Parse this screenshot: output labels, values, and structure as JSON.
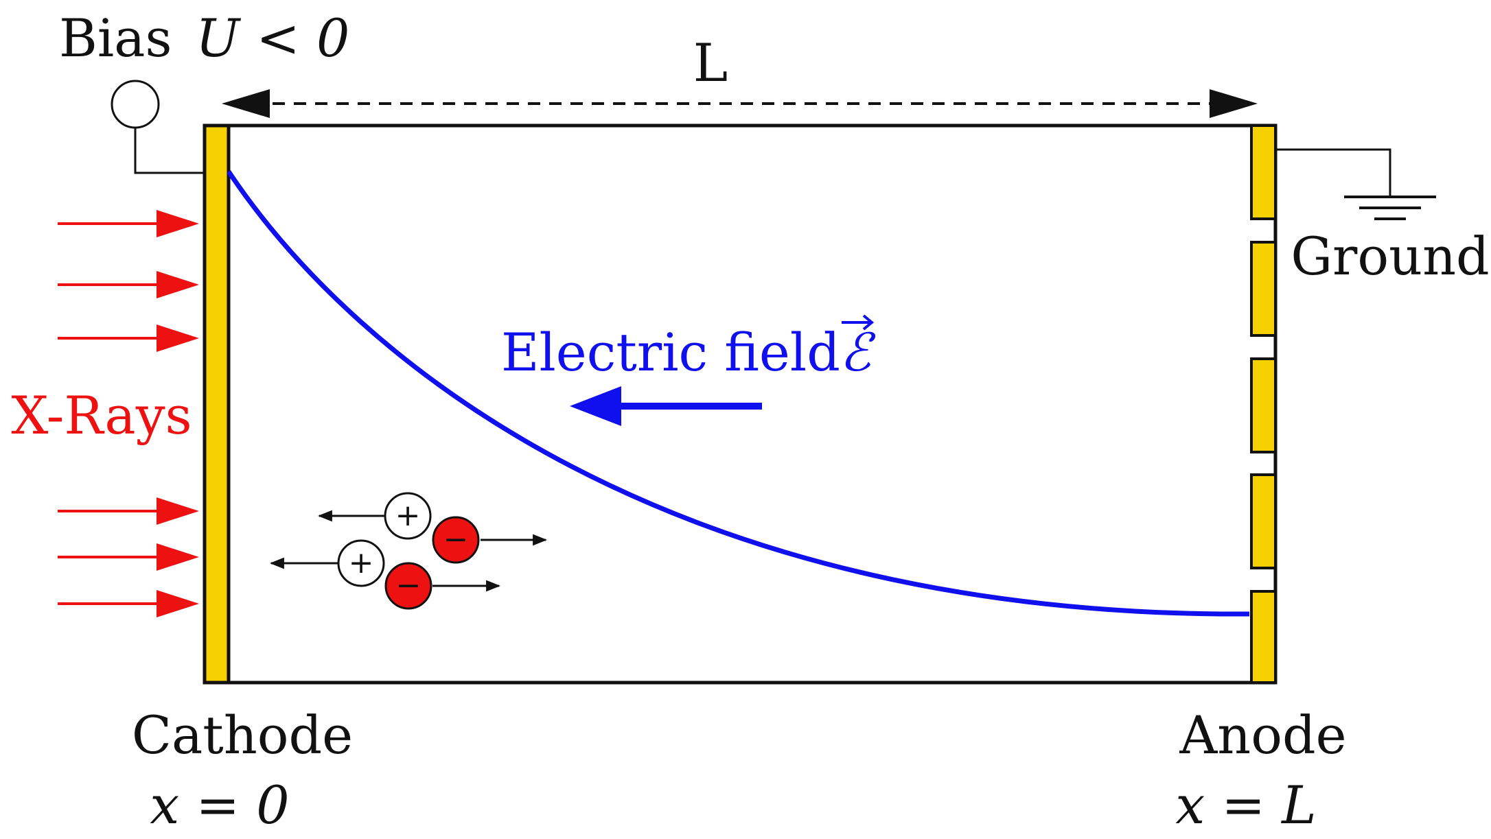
{
  "labels": {
    "bias": "Bias",
    "bias_condition": "U < 0",
    "length": "L",
    "ground": "Ground",
    "xrays": "X-Rays",
    "electric_field": "Electric field",
    "field_symbol": "ℰ",
    "cathode": "Cathode",
    "cathode_position": "x = 0",
    "anode": "Anode",
    "anode_position": "x = L",
    "plus": "+",
    "minus": "−"
  },
  "colors": {
    "electrode": "#f7d000",
    "field": "#1010ee",
    "xray": "#ee1111",
    "electron": "#ee1111",
    "outline": "#111111"
  },
  "anode_segments": 5,
  "xray_arrows_upper": 3,
  "xray_arrows_lower": 3,
  "charge_pairs": 2
}
